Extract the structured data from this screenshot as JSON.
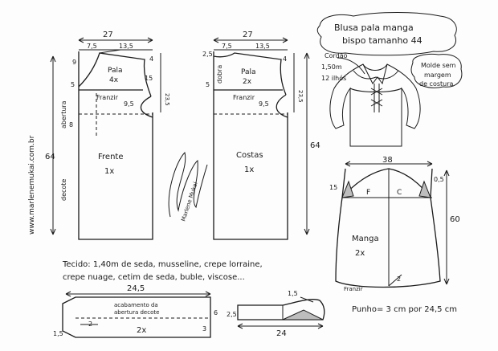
{
  "title": {
    "line1": "Blusa pala manga",
    "line2": "bispo tamanho 44"
  },
  "watermark": "www.marlenemukai.com.br",
  "signature": "Marlene Mukai",
  "illustration": {
    "cord_label": "Cordão",
    "cord_length": "1,50m",
    "eyelets": "12 ilhós",
    "seam_note_l1": "Molde sem",
    "seam_note_l2": "margem",
    "seam_note_l3": "de costura"
  },
  "frente": {
    "top_width": "27",
    "seg_a": "7,5",
    "seg_b": "13,5",
    "piece_pala": "Pala",
    "piece_pala_qty": "4x",
    "gather": "Franzir",
    "label": "Frente",
    "qty": "1x",
    "opening": "abertura",
    "decote": "decote",
    "len_total": "64",
    "v_9": "9",
    "v_4": "4",
    "v_15": "15",
    "v_5": "5",
    "v_95": "9,5",
    "v_235": "23,5",
    "v_8": "8"
  },
  "costas": {
    "top_width": "27",
    "seg_a": "7,5",
    "seg_b": "13,5",
    "piece_pala": "Pala",
    "piece_pala_qty": "2x",
    "dobra": "dobra",
    "gather": "Franzir",
    "label": "Costas",
    "qty": "1x",
    "len_total": "64",
    "v_25": "2,5",
    "v_4": "4",
    "v_5": "5",
    "v_95": "9,5",
    "v_235": "23,5"
  },
  "manga": {
    "width": "38",
    "v_15": "15",
    "v_05": "0,5",
    "front": "F",
    "back": "C",
    "label": "Manga",
    "qty": "2x",
    "len": "60",
    "v_2": "2",
    "gather": "Franzir"
  },
  "fabric": {
    "line1": "Tecido: 1,40m de seda, musseline, crepe lorraine,",
    "line2": "crepe nuage, cetim de seda, buble, viscose..."
  },
  "facing": {
    "width": "24,5",
    "label_l1": "acabamento da",
    "label_l2": "abertura decote",
    "qty": "2x",
    "v_2": "2",
    "v_6": "6",
    "v_3": "3",
    "v_15": "1,5"
  },
  "cuff": {
    "v_15": "1,5",
    "v_25": "2,5",
    "len": "24",
    "note": "Punho= 3 cm por 24,5 cm"
  }
}
